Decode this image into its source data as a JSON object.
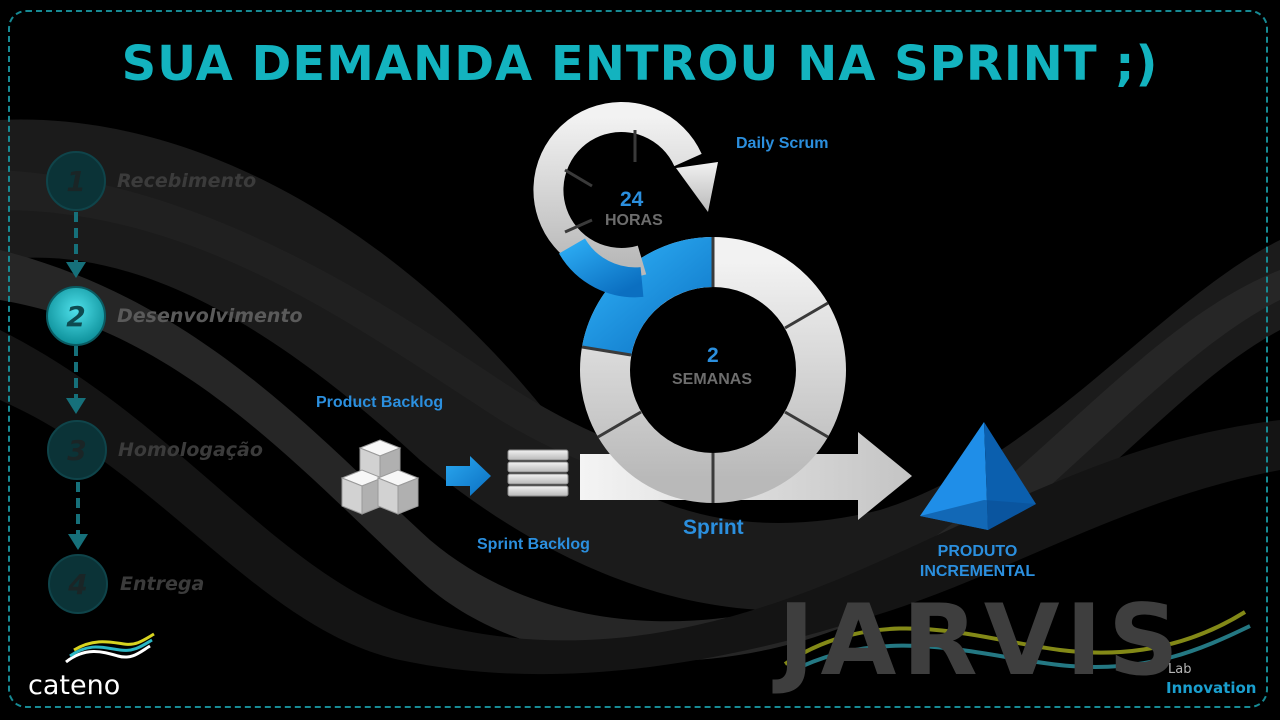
{
  "title": "SUA DEMANDA ENTROU NA SPRINT ;)",
  "steps": [
    {
      "number": "1",
      "label": "Recebimento",
      "active": false
    },
    {
      "number": "2",
      "label": "Desenvolvimento",
      "active": true
    },
    {
      "number": "3",
      "label": "Homologação",
      "active": false
    },
    {
      "number": "4",
      "label": "Entrega",
      "active": false
    }
  ],
  "diagram": {
    "product_backlog": "Product Backlog",
    "sprint_backlog": "Sprint Backlog",
    "daily_scrum": "Daily Scrum",
    "daily_value": "24",
    "daily_unit": "HORAS",
    "sprint_value": "2",
    "sprint_unit": "SEMANAS",
    "sprint": "Sprint",
    "produto_line1": "PRODUTO",
    "produto_line2": "INCREMENTAL"
  },
  "logos": {
    "cateno": "cateno",
    "jarvis": "JARVIS",
    "lab": "Lab",
    "innovation": "Innovation"
  },
  "colors": {
    "accent_teal": "#13b3bf",
    "accent_blue": "#2b8fde"
  }
}
